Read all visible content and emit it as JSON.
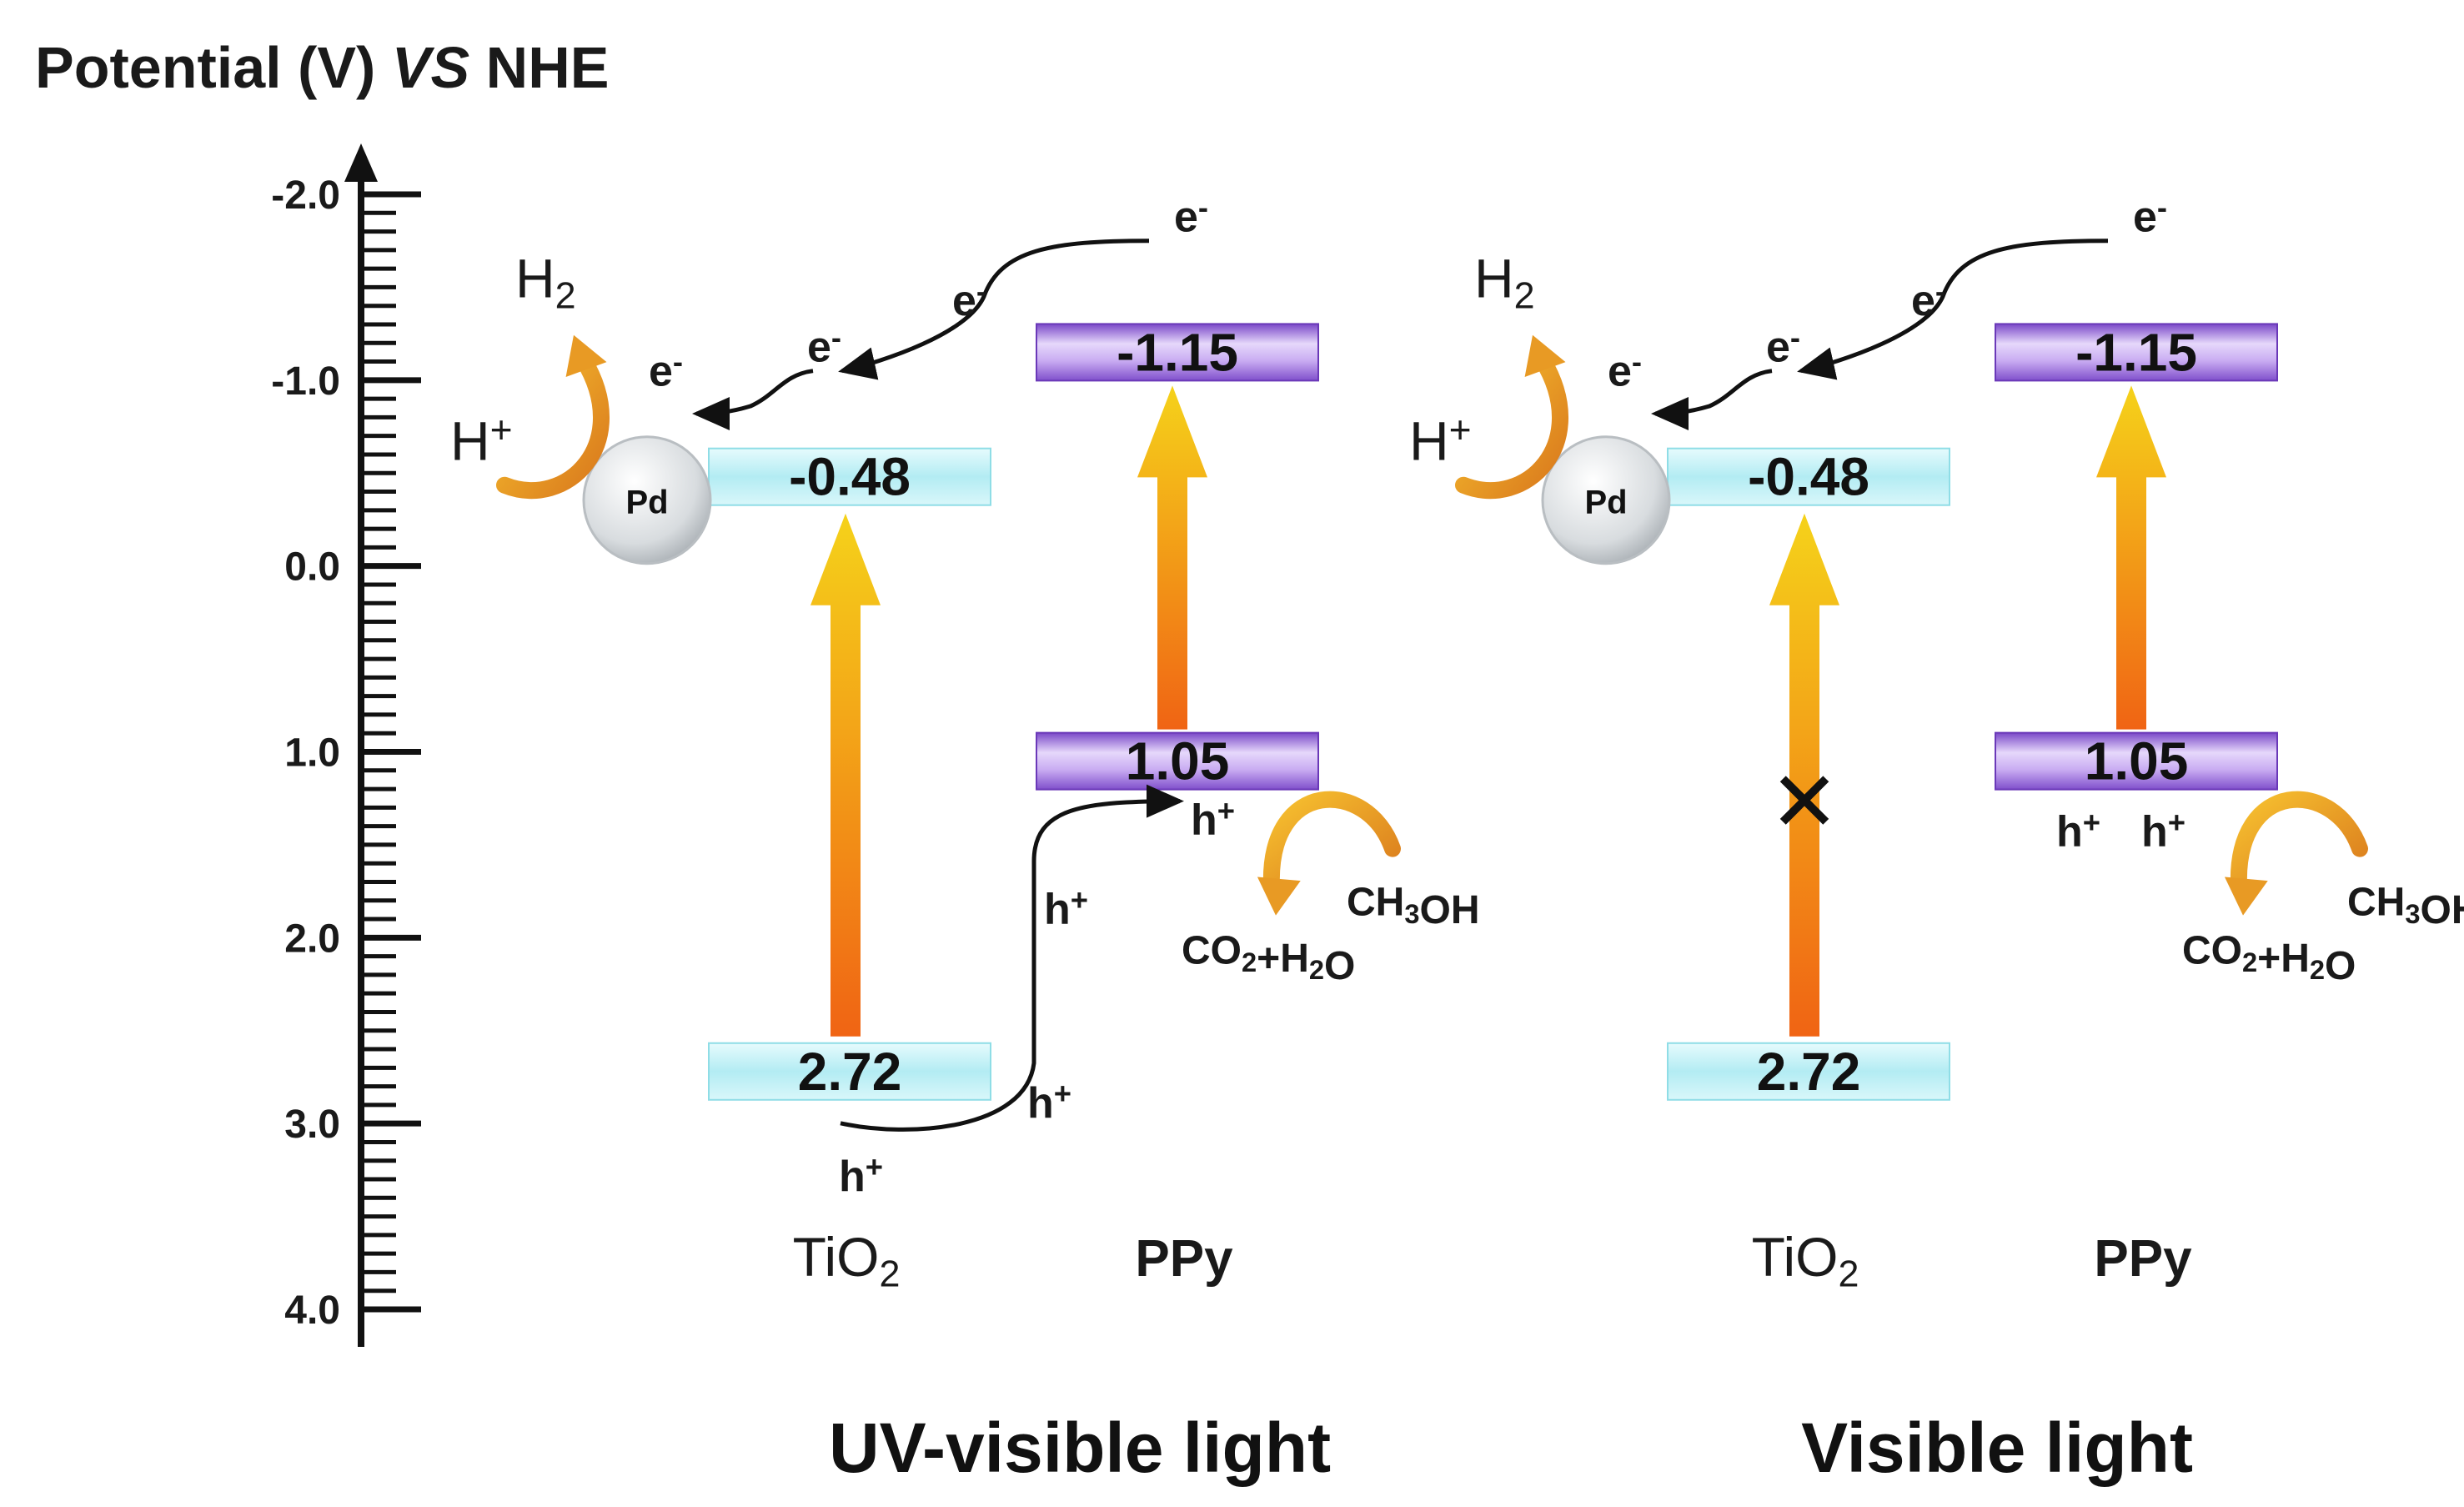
{
  "axis": {
    "title_prefix": "Potential (V) ",
    "title_italic": "VS",
    "title_suffix": " NHE",
    "ticks": [
      -2.0,
      -1.0,
      0.0,
      1.0,
      2.0,
      3.0,
      4.0
    ],
    "tick_labels": [
      "-2.0",
      "-1.0",
      "0.0",
      "1.0",
      "2.0",
      "3.0",
      "4.0"
    ],
    "range": [
      -2.0,
      4.0
    ]
  },
  "panels": [
    {
      "title": "UV-visible light",
      "tio2": {
        "cb": -0.48,
        "vb": 2.72,
        "cb_label": "-0.48",
        "vb_label": "2.72"
      },
      "ppy": {
        "lumo": -1.15,
        "homo": 1.05,
        "lumo_label": "-1.15",
        "homo_label": "1.05"
      },
      "tio2_excited": true
    },
    {
      "title": "Visible light",
      "tio2": {
        "cb": -0.48,
        "vb": 2.72,
        "cb_label": "-0.48",
        "vb_label": "2.72"
      },
      "ppy": {
        "lumo": -1.15,
        "homo": 1.05,
        "lumo_label": "-1.15",
        "homo_label": "1.05"
      },
      "tio2_excited": false
    }
  ],
  "labels": {
    "tio2_base": "TiO",
    "tio2_sub": "2",
    "ppy": "PPy",
    "pd": "Pd",
    "h2_base": "H",
    "h2_sub": "2",
    "hplus_base": "H",
    "hplus_sup": "+",
    "electron_base": "e",
    "electron_sup": "-",
    "hole_base": "h",
    "hole_sup": "+",
    "ch3oh_a": "CH",
    "ch3oh_sub": "3",
    "ch3oh_b": "OH",
    "co2_a": "CO",
    "co2_sub": "2",
    "co2_b": "+H",
    "co2_sub2": "2",
    "co2_c": "O",
    "blocked_mark": "✕"
  },
  "colors": {
    "tio2_band": "#b8eef4",
    "ppy_band": "#9b6fd8",
    "arrow_top": "#f5d21a",
    "arrow_bottom": "#f06414",
    "curved_arrow": "#e8a020"
  }
}
